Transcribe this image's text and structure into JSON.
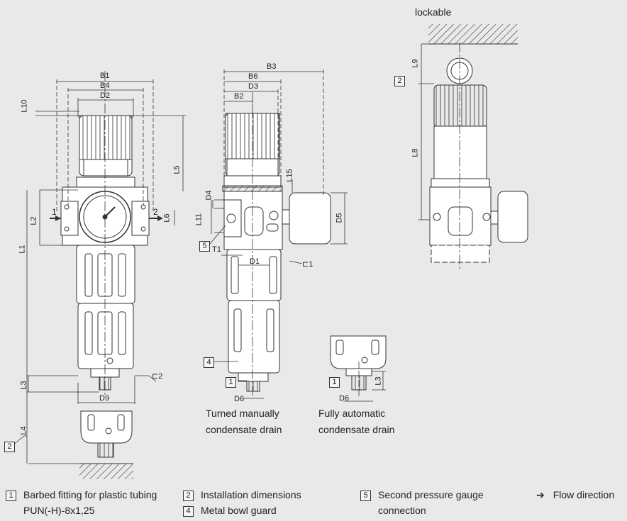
{
  "annotations": {
    "lockable": "lockable",
    "manual_drain_caption": "Turned manually\ncondensate drain",
    "auto_drain_caption": "Fully automatic\ncondensate drain"
  },
  "dimensions": {
    "front": [
      "B1",
      "B4",
      "D2",
      "L10",
      "L5",
      "L2",
      "L6",
      "L1",
      "D9",
      "L3",
      "L4",
      "⊏2"
    ],
    "side": [
      "B3",
      "B6",
      "D3",
      "B2",
      "L15",
      "D4",
      "L11",
      "D5",
      "T1",
      "D1",
      "⊏1",
      "D6"
    ],
    "right": [
      "L9",
      "L8"
    ],
    "auto": [
      "L3",
      "D6"
    ]
  },
  "ports": {
    "in": "1",
    "out": "2"
  },
  "callouts": {
    "c1": "1",
    "c2": "2",
    "c4": "4",
    "c5": "5"
  },
  "legend": [
    {
      "num": "1",
      "text": "Barbed fitting for plastic tubing\nPUN(-H)-8x1,25"
    },
    {
      "num": "2",
      "text": "Installation dimensions"
    },
    {
      "num": "4",
      "text": "Metal bowl guard"
    },
    {
      "num": "5",
      "text": "Second pressure gauge\nconnection"
    },
    {
      "num": "➔",
      "text": "Flow direction"
    }
  ]
}
